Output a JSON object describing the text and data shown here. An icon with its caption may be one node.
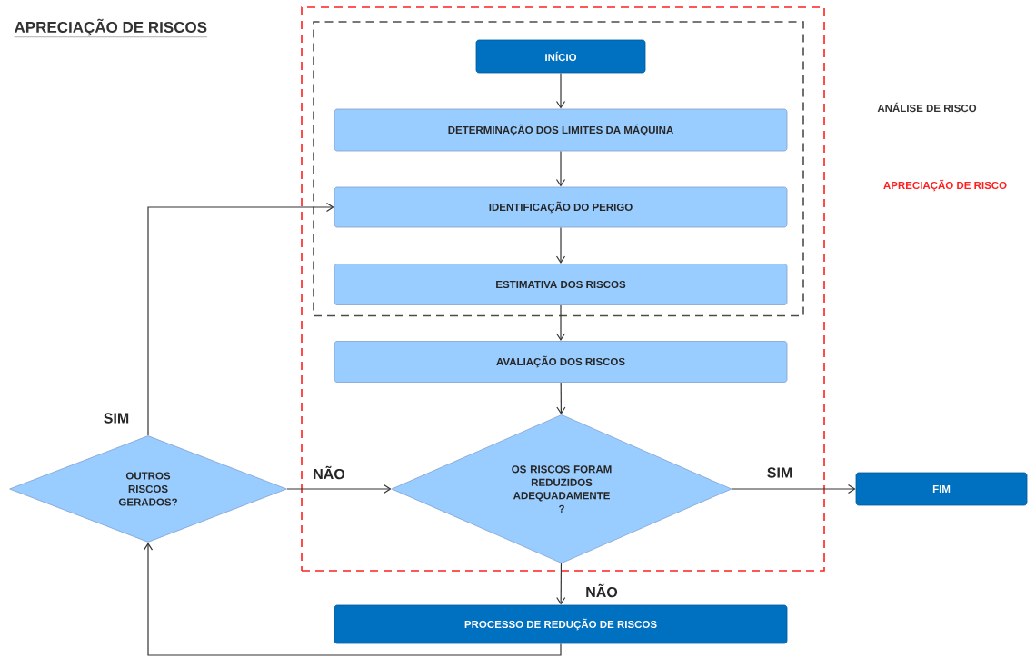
{
  "diagram": {
    "title": "APRECIAÇÃO DE RISCOS",
    "nodes": [
      {
        "text": [],
        "shape": "box"
      },
      {
        "text": [],
        "shape": "box",
        "in": 0
      },
      {
        "text": [
          "INÍCIO"
        ],
        "in": 1
      },
      {
        "text": [
          "DETERMINAÇÃO DOS LIMITES DA MÁQUINA"
        ],
        "in": 1
      },
      {
        "text": [
          "IDENTIFICAÇÃO DO PERIGO"
        ],
        "in": 1
      },
      {
        "text": [
          "ESTIMATIVA DOS RISCOS"
        ],
        "in": 1
      },
      {
        "text": [
          "AVALIAÇÃO DOS RISCOS"
        ],
        "in": 0
      },
      {
        "text": [
          "OS RISCOS FORAM REDUZIDOS ADEQUADAMENTE ?"
        ],
        "in": 0
      },
      {
        "text": [
          "OUTROS RISCOS GERADOS?"
        ]
      },
      {
        "text": [
          "FIM"
        ]
      },
      {
        "text": [
          "PROCESSO DE REDUÇÃO DE RISCOS"
        ]
      }
    ],
    "edges": [
      {
        "from": 2,
        "to": 3,
        "arrow": "to"
      },
      {
        "from": 3,
        "to": 4,
        "arrow": "to"
      },
      {
        "from": 4,
        "to": 5,
        "arrow": "to"
      },
      {
        "from": 5,
        "to": 6,
        "arrow": "to"
      },
      {
        "from": 6,
        "to": 7,
        "arrow": "to"
      },
      {
        "from": 7,
        "to": 9,
        "arrow": "to",
        "label": "SIM"
      },
      {
        "from": 7,
        "to": 10,
        "arrow": "to",
        "label": "NÃO"
      },
      {
        "from": 8,
        "to": 7,
        "arrow": "to",
        "label": "NÃO"
      },
      {
        "from": 8,
        "to": 4,
        "arrow": "to",
        "label": "SIM"
      },
      {
        "from": 10,
        "to": 8,
        "arrow": "to"
      }
    ],
    "labels": [
      "ANÁLISE DE RISCO",
      "APRECIAÇÃO DE RISCO"
    ]
  }
}
